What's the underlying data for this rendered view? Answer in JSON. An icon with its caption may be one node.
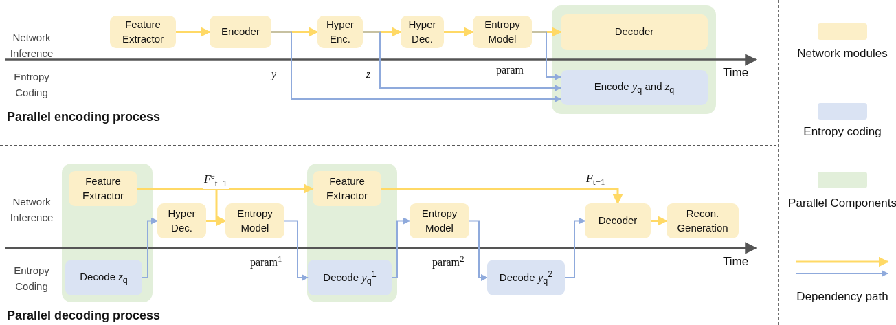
{
  "diagram": {
    "nodes": [
      {
        "text": [
          "Feature Extractor"
        ]
      },
      {
        "text": [
          "Encoder"
        ]
      },
      {
        "text": [
          "Hyper Enc."
        ]
      },
      {
        "text": [
          "Hyper Dec."
        ]
      },
      {
        "text": [
          "Entropy Model"
        ]
      },
      {
        "text": [],
        "shape": "box"
      },
      {
        "text": [
          "Decoder"
        ],
        "in": 5
      },
      {
        "text": [
          "Encode *y*$_{q}$ and *z*$_{q}$"
        ],
        "in": 5
      },
      {
        "text": [],
        "shape": "box"
      },
      {
        "text": [
          "Feature Extractor"
        ],
        "in": 8
      },
      {
        "text": [
          "Decode *z*$_{q}$"
        ],
        "in": 8
      },
      {
        "text": [
          "Hyper Dec."
        ]
      },
      {
        "text": [
          "Entropy Model"
        ]
      },
      {
        "text": [],
        "shape": "box"
      },
      {
        "text": [
          "Feature Extractor"
        ],
        "in": 13
      },
      {
        "text": [
          "Decode *y*$_{q}$$^{1}$"
        ],
        "in": 13
      },
      {
        "text": [
          "Entropy Model"
        ]
      },
      {
        "text": [
          "Decode *y*$_{q}$$^{2}$"
        ]
      },
      {
        "text": [
          "Decoder"
        ]
      },
      {
        "text": [
          "Recon. Generation"
        ]
      }
    ],
    "edges": [
      {
        "from": 0,
        "to": 1,
        "arrow": "to"
      },
      {
        "from": 1,
        "to": 2,
        "arrow": "to"
      },
      {
        "from": 2,
        "to": 3,
        "arrow": "to"
      },
      {
        "from": 3,
        "to": 4,
        "arrow": "to"
      },
      {
        "from": 4,
        "to": 6,
        "arrow": "to"
      },
      {
        "from": 1,
        "to": 7,
        "arrow": "to",
        "label": "*y*",
        "color": "#8faadc"
      },
      {
        "from": 2,
        "to": 7,
        "arrow": "to",
        "label": "*z*",
        "color": "#8faadc"
      },
      {
        "from": 4,
        "to": 7,
        "arrow": "to",
        "label": "param",
        "color": "#8faadc"
      },
      {
        "from": 9,
        "to": 14,
        "arrow": "to",
        "label": "*F*$^{e}$$_{t−1}$"
      },
      {
        "from": 9,
        "to": 12,
        "arrow": "to"
      },
      {
        "from": 11,
        "to": 12,
        "arrow": "to"
      },
      {
        "from": 10,
        "to": 11,
        "arrow": "to",
        "color": "#8faadc"
      },
      {
        "from": 12,
        "to": 15,
        "arrow": "to",
        "label": "param$^{1}$",
        "color": "#8faadc"
      },
      {
        "from": 15,
        "to": 16,
        "arrow": "to",
        "color": "#8faadc"
      },
      {
        "from": 16,
        "to": 17,
        "arrow": "to",
        "label": "param$^{2}$",
        "color": "#8faadc"
      },
      {
        "from": 17,
        "to": 18,
        "arrow": "to",
        "color": "#8faadc"
      },
      {
        "from": 14,
        "to": 18,
        "arrow": "to",
        "label": "*F*$_{t−1}$"
      },
      {
        "from": 18,
        "to": 19,
        "arrow": "to"
      }
    ],
    "labels": [
      "Network Inference",
      "Entropy Coding",
      "Time",
      "Parallel encoding process",
      "Network Inference",
      "Entropy Coding",
      "Time",
      "Parallel decoding process"
    ],
    "legend": [
      {
        "text": "Network modules",
        "color": "#fcefc8"
      },
      {
        "text": "Entropy coding",
        "color": "#dae3f3"
      },
      {
        "text": "Parallel Components",
        "color": "#e2efda"
      },
      {
        "text": "Dependency path"
      }
    ]
  }
}
